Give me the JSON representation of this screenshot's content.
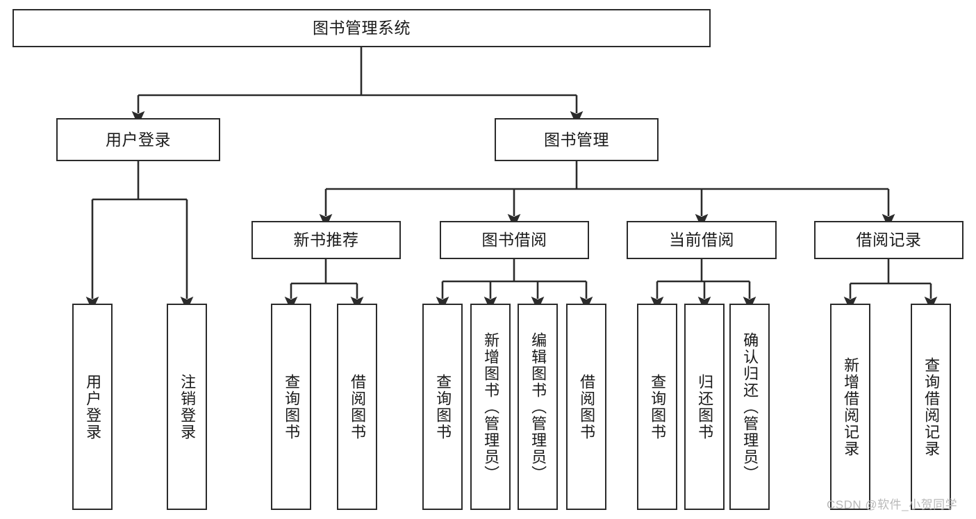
{
  "diagram": {
    "type": "hierarchy-tree",
    "title": "图书管理系统",
    "watermark": "CSDN @软件_小贺同学",
    "colors": {
      "box_border": "#2b2b2b",
      "box_fill": "#ffffff",
      "edge": "#2b2b2b",
      "text": "#1a1a1a",
      "watermark": "#b9b9b9"
    },
    "nodes": {
      "root": {
        "label": "图书管理系统"
      },
      "level2": [
        {
          "id": "user-login",
          "label": "用户登录"
        },
        {
          "id": "book-manage",
          "label": "图书管理"
        }
      ],
      "level3": [
        {
          "id": "new-book-recommend",
          "label": "新书推荐"
        },
        {
          "id": "book-borrow",
          "label": "图书借阅"
        },
        {
          "id": "current-borrow",
          "label": "当前借阅"
        },
        {
          "id": "borrow-record",
          "label": "借阅记录"
        }
      ],
      "leaves": {
        "user_login": [
          {
            "id": "leaf-user-login",
            "label": "用户登录"
          },
          {
            "id": "leaf-logout-login",
            "label": "注销登录"
          }
        ],
        "new_book_recommend": [
          {
            "id": "leaf-query-book-1",
            "label": "查询图书"
          },
          {
            "id": "leaf-borrow-book-1",
            "label": "借阅图书"
          }
        ],
        "book_borrow": [
          {
            "id": "leaf-query-book-2",
            "label": "查询图书"
          },
          {
            "id": "leaf-add-book",
            "label": "新增图书（管理员）"
          },
          {
            "id": "leaf-edit-book",
            "label": "编辑图书（管理员）"
          },
          {
            "id": "leaf-borrow-book-2",
            "label": "借阅图书"
          }
        ],
        "current_borrow": [
          {
            "id": "leaf-query-book-3",
            "label": "查询图书"
          },
          {
            "id": "leaf-return-book",
            "label": "归还图书"
          },
          {
            "id": "leaf-confirm-return",
            "label": "确认归还（管理员）"
          }
        ],
        "borrow_record": [
          {
            "id": "leaf-add-record",
            "label": "新增借阅记录"
          },
          {
            "id": "leaf-query-record",
            "label": "查询借阅记录"
          }
        ]
      }
    }
  }
}
